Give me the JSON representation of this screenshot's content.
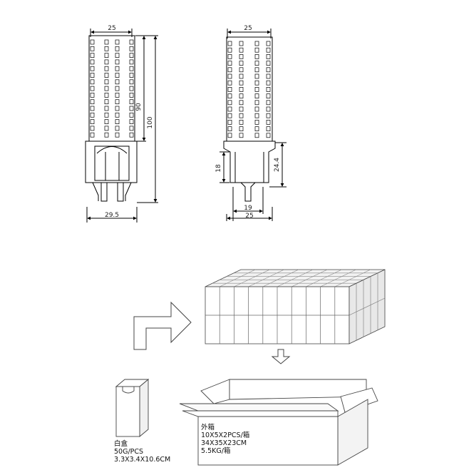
{
  "lamp_front": {
    "dim_width_top": "25",
    "dim_height_body": "90",
    "dim_height_total": "100",
    "dim_width_bottom": "29.5"
  },
  "lamp_side": {
    "dim_width_top": "25",
    "dim_base_height": "18",
    "dim_base_total": "24.4",
    "dim_pin_width": "19",
    "dim_width_bottom": "25"
  },
  "white_box": {
    "title": "白盒",
    "weight": "50G/PCS",
    "size": "3.3X3.4X10.6CM"
  },
  "outer_carton": {
    "title": "外箱",
    "quantity": "10X5X2PCS/箱",
    "size": "34X35X23CM",
    "weight": "5.5KG/箱"
  }
}
